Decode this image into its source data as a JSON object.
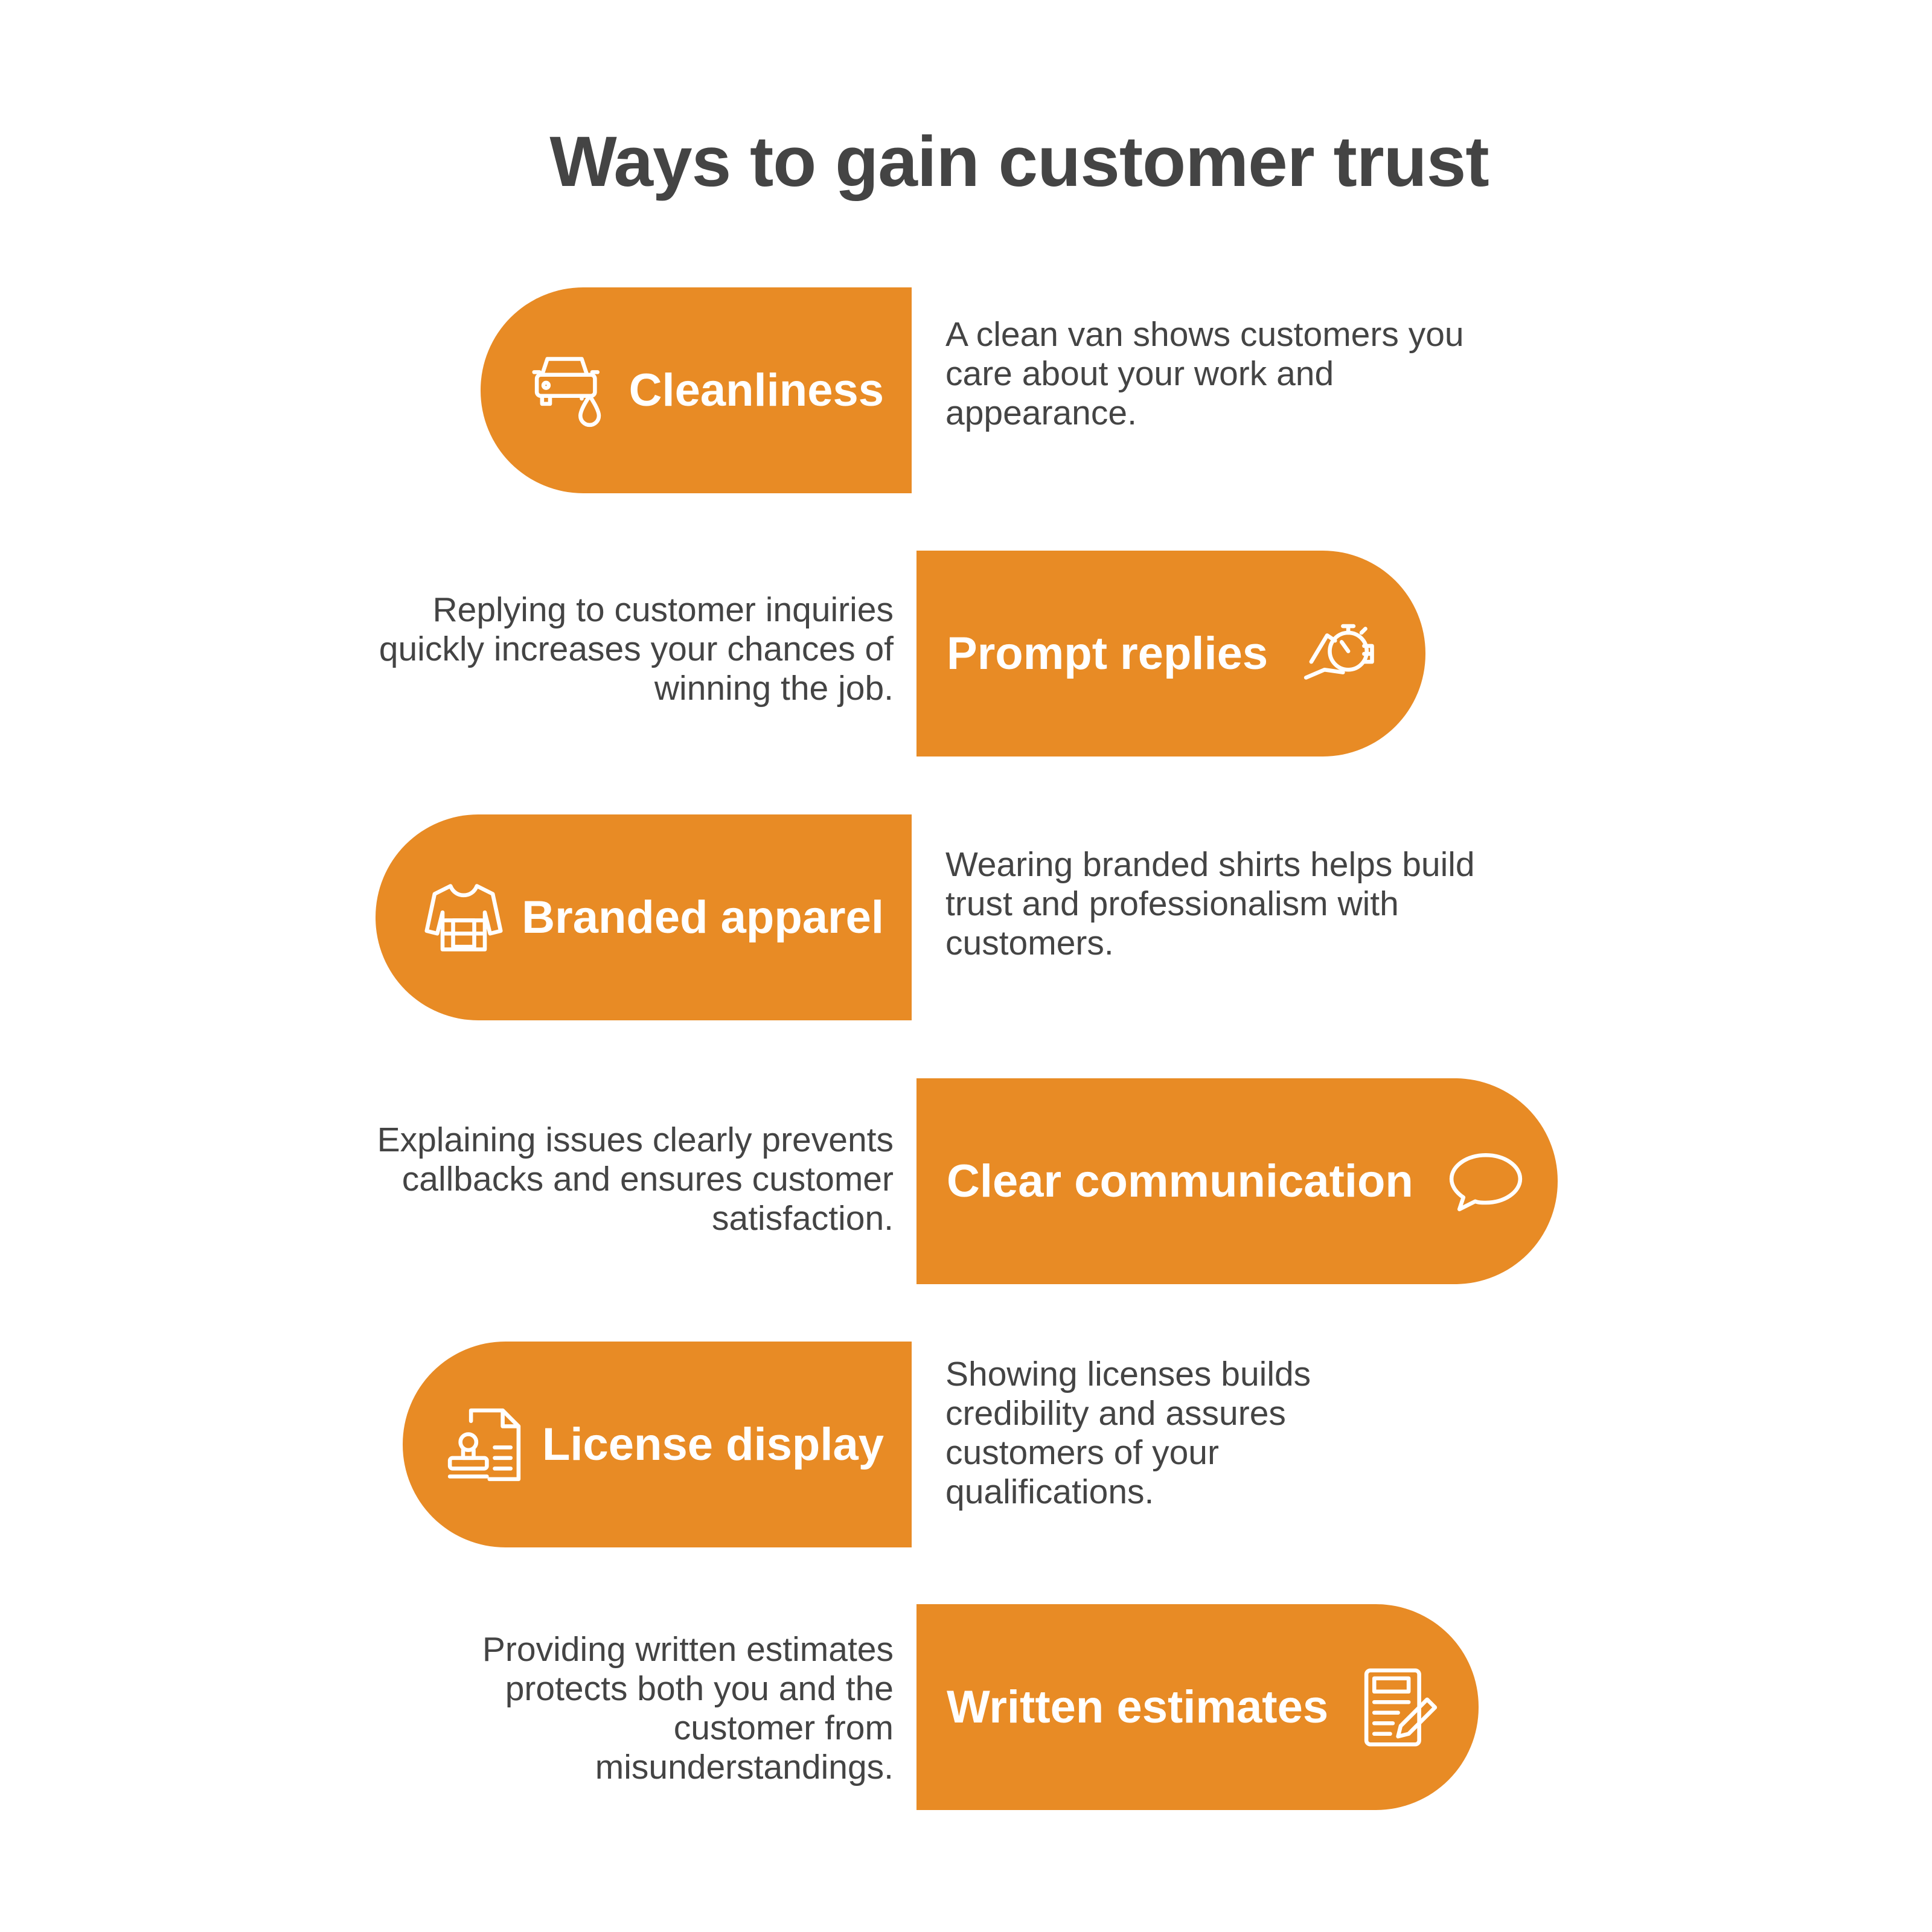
{
  "title": "Ways to gain customer trust",
  "accent": "#E88B25",
  "items": [
    {
      "label": "Cleanliness",
      "icon": "car-wash-icon",
      "description": "A clean van shows customers you care about your work and appearance."
    },
    {
      "label": "Prompt replies",
      "icon": "stopwatch-hand-icon",
      "description": "Replying to customer inquiries quickly increases your chances of winning the job."
    },
    {
      "label": "Branded apparel",
      "icon": "shirt-icon",
      "description": "Wearing branded shirts helps build trust and professionalism with customers."
    },
    {
      "label": "Clear communication",
      "icon": "speech-bubble-icon",
      "description": "Explaining issues clearly prevents callbacks and ensures customer satisfaction."
    },
    {
      "label": "License display",
      "icon": "license-document-icon",
      "description": "Showing licenses builds credibility and assures customers of your qualifications."
    },
    {
      "label": "Written estimates",
      "icon": "document-edit-icon",
      "description": "Providing written estimates protects both you and the customer from misunderstandings."
    }
  ]
}
